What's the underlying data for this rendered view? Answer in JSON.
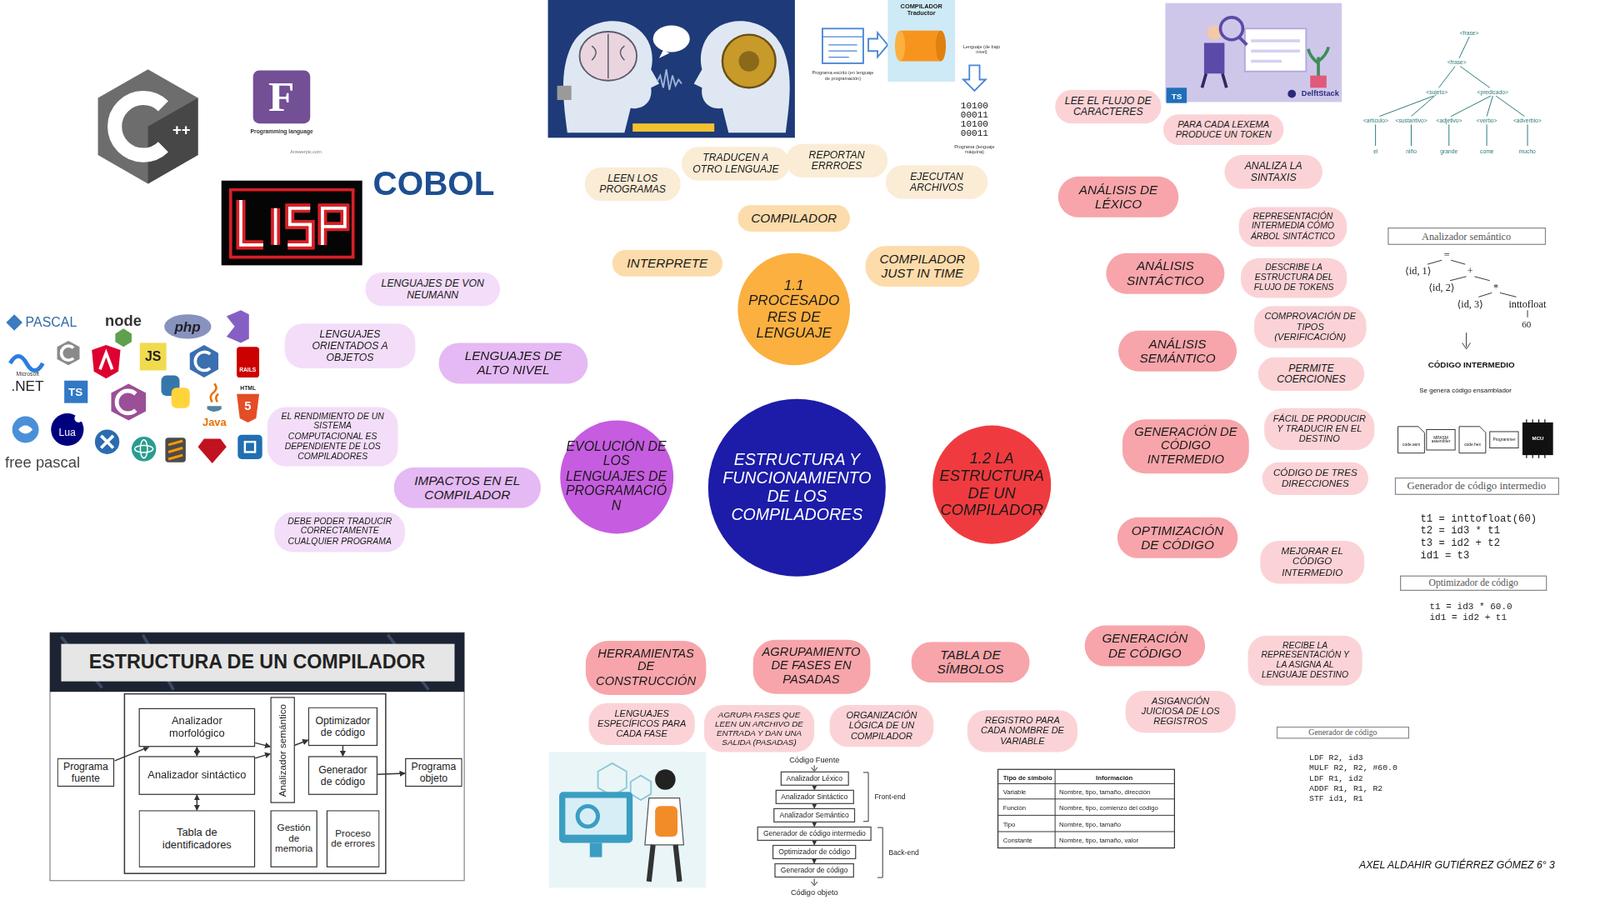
{
  "diagram": {
    "nodes": [
      {
        "text": [
          "ESTRUCTURA Y FUNCIONAMIENTO DE LOS COMPILADORES"
        ]
      },
      {
        "text": [
          "1.1 PROCESADORES DE LENGUAJE"
        ]
      },
      {
        "text": [
          "COMPILADOR"
        ]
      },
      {
        "text": [
          "INTERPRETE"
        ]
      },
      {
        "text": [
          "COMPILADOR JUST IN TIME"
        ]
      },
      {
        "text": [
          "LEEN LOS PROGRAMAS"
        ]
      },
      {
        "text": [
          "TRADUCEN A OTRO LENGUAJE"
        ]
      },
      {
        "text": [
          "REPORTAN ERRROES"
        ]
      },
      {
        "text": [
          "EJECUTAN ARCHIVOS"
        ]
      },
      {
        "text": [
          "EVOLUCIÓN DE LOS LENGUAJES DE PROGRAMACIÓN"
        ]
      },
      {
        "text": [
          "LENGUAJES DE VON NEUMANN"
        ]
      },
      {
        "text": [
          "LENGUAJES ORIENTADOS A OBJETOS"
        ]
      },
      {
        "text": [
          "LENGUAJES DE ALTO NIVEL"
        ]
      },
      {
        "text": [
          "EL RENDIMIENTO DE UN SISTEMA COMPUTACIONAL ES DEPENDIENTE DE LOS COMPILADORES"
        ]
      },
      {
        "text": [
          "IMPACTOS EN EL COMPILADOR"
        ]
      },
      {
        "text": [
          "DEBE PODER TRADUCIR CORRECTAMENTE CUALQUIER PROGRAMA"
        ]
      },
      {
        "text": [
          "1.2 LA ESTRUCTURA DE UN COMPILADOR"
        ]
      },
      {
        "text": [
          "LEE EL FLUJO DE CARACTERES"
        ]
      },
      {
        "text": [
          "PARA CADA LEXEMA PRODUCE UN TOKEN"
        ]
      },
      {
        "text": [
          "ANÁLISIS DE LÉXICO"
        ]
      },
      {
        "text": [
          "ANALIZA LA SINTAXIS"
        ]
      },
      {
        "text": [
          "REPRESENTACIÓN INTERMEDIA CÓMO ÁRBOL SINTÁCTICO"
        ]
      },
      {
        "text": [
          "ANÁLISIS SINTÁCTICO"
        ]
      },
      {
        "text": [
          "DESCRIBE LA ESTRUCTURA DEL FLUJO DE TOKENS"
        ]
      },
      {
        "text": [
          "COMPROVACIÓN DE TIPOS (VERIFICACIÓN)"
        ]
      },
      {
        "text": [
          "ANÁLISIS SEMÁNTICO"
        ]
      },
      {
        "text": [
          "PERMITE COERCIONES"
        ]
      },
      {
        "text": [
          "GENERACIÓN DE CÓDIGO INTERMEDIO"
        ]
      },
      {
        "text": [
          "FÁCIL DE PRODUCIR Y TRADUCIR EN EL DESTINO"
        ]
      },
      {
        "text": [
          "CÓDIGO DE TRES DIRECCIONES"
        ]
      },
      {
        "text": [
          "OPTIMIZACIÓN DE CÓDIGO"
        ]
      },
      {
        "text": [
          "MEJORAR EL CÓDIGO INTERMEDIO"
        ]
      },
      {
        "text": [
          "GENERACIÓN DE CÓDIGO"
        ]
      },
      {
        "text": [
          "RECIBE LA REPRESENTACIÓN Y LA ASIGNA AL LENGUAJE DESTINO"
        ]
      },
      {
        "text": [
          "ASIGANCIÓN JUICIOSA DE LOS REGISTROS"
        ]
      },
      {
        "text": [
          "TABLA DE SÍMBOLOS"
        ]
      },
      {
        "text": [
          "REGISTRO PARA CADA NOMBRE DE VARIABLE"
        ]
      },
      {
        "text": [
          "AGRUPAMIENTO DE FASES EN PASADAS"
        ]
      },
      {
        "text": [
          "AGRUPA FASES QUE LEEN UN ARCHIVO DE ENTRADA Y DAN UNA SALIDA (PASADAS)"
        ]
      },
      {
        "text": [
          "ORGANIZACIÓN LÓGICA DE UN COMPILADOR"
        ]
      },
      {
        "text": [
          "HERRAMIENTAS DE CONSTRUCCIÓN"
        ]
      },
      {
        "text": [
          "LENGUAJES ESPECÍFICOS PARA CADA FASE"
        ]
      },
      {
        "text": [
          "ESTRUCTURA DE UN COMPILADOR"
        ]
      },
      {
        "text": [
          "Programa fuente"
        ]
      },
      {
        "text": [
          "Analizador morfológico"
        ]
      },
      {
        "text": [
          "Analizador sintáctico"
        ]
      },
      {
        "text": [
          "Analizador semántico"
        ]
      },
      {
        "text": [
          "Optimizador de código"
        ]
      },
      {
        "text": [
          "Generador de código"
        ]
      },
      {
        "text": [
          "Tabla de identificadores"
        ]
      },
      {
        "text": [
          "Gestión de memoria"
        ]
      },
      {
        "text": [
          "Proceso de errores"
        ]
      },
      {
        "text": [
          "Programa objeto"
        ]
      },
      {
        "text": [
          "Analizador Léxico"
        ]
      },
      {
        "text": [
          "Analizador Sintáctico"
        ]
      },
      {
        "text": [
          "Analizador Semántico"
        ]
      },
      {
        "text": [
          "Generador de código intermedio"
        ]
      },
      {
        "text": [
          "Optimizador de código"
        ]
      },
      {
        "text": [
          "Generador de código"
        ]
      },
      {
        "text": [
          "COMPILADOR",
          "Traductor"
        ]
      },
      {
        "text": [
          "Analizador semántico"
        ]
      },
      {
        "text": [
          "Generador de código intermedio"
        ]
      },
      {
        "text": [
          "Optimizador de código"
        ]
      },
      {
        "text": [
          "Generador de código"
        ]
      }
    ],
    "edges": [
      {
        "from": 43,
        "to": 44,
        "arrow": "to"
      },
      {
        "from": 44,
        "to": 45,
        "arrow": "both"
      },
      {
        "from": 44,
        "to": 46,
        "arrow": "to"
      },
      {
        "from": 45,
        "to": 46,
        "arrow": "to"
      },
      {
        "from": 46,
        "to": 47,
        "arrow": "to"
      },
      {
        "from": 47,
        "to": 48,
        "arrow": "to"
      },
      {
        "from": 48,
        "to": 52,
        "arrow": "to"
      },
      {
        "from": 49,
        "to": 45,
        "arrow": "both"
      },
      {
        "from": 53,
        "to": 54,
        "arrow": "to"
      },
      {
        "from": 54,
        "to": 55,
        "arrow": "to"
      },
      {
        "from": 55,
        "to": 56,
        "arrow": "to"
      },
      {
        "from": 56,
        "to": 57,
        "arrow": "to"
      },
      {
        "from": 57,
        "to": 58,
        "arrow": "to"
      }
    ],
    "labels": [
      "++",
      "F",
      "Programming language",
      "Answerpic.com",
      "COBOL",
      "PASCAL",
      "node",
      "php",
      "Microsoft",
      ".NET",
      "JS",
      "TS",
      "RAILS",
      "Java",
      "HTML",
      "5",
      "Lua",
      "free pascal",
      "Programa escrito (en lenguaje de programación)",
      "Lenguaje (de bajo nivel)",
      "10100",
      "00011",
      "10100",
      "00011",
      "Programa (lenguaje máquina)",
      "TS",
      "DelftStack",
      "<frase>",
      "<frase>",
      "<sujeto>",
      "<predicado>",
      "<artículo>",
      "<sustantivo>",
      "<adjetivo>",
      "<verbo>",
      "<adverbio>",
      "el",
      "niño",
      "grande",
      "come",
      "mucho",
      "=",
      "⟨id, 1⟩",
      "+",
      "⟨id, 2⟩",
      "*",
      "⟨id, 3⟩",
      "inttofloat",
      "60",
      "CÓDIGO INTERMEDIO",
      "Se genera código ensamblador",
      "code.asm",
      "MPASM assembler",
      "code.hex",
      "Programmer",
      "MCU",
      "t1 = inttofloat(60)",
      "t2 = id3 * t1",
      "t3 = id2 + t2",
      "id1 = t3",
      "t1 = id3 * 60.0",
      "id1 = id2 + t1",
      "LDF R2, id3",
      "MULF R2, R2, #60.0",
      "LDF R1, id2",
      "ADDF R1, R1, R2",
      "STF id1, R1",
      "AXEL ALDAHIR GUTIÉRREZ GÓMEZ 6° 3",
      "Código Fuente",
      "Código objeto",
      "Front-end",
      "Back-end",
      "Tipo de símbolo",
      "Información",
      "Variable",
      "Nombre, tipo, tamaño, dirección",
      "Función",
      "Nombre, tipo, comienzo del código",
      "Tipo",
      "Nombre, tipo, tamaño",
      "Constante",
      "Nombre, tipo, tamaño, valor"
    ]
  }
}
